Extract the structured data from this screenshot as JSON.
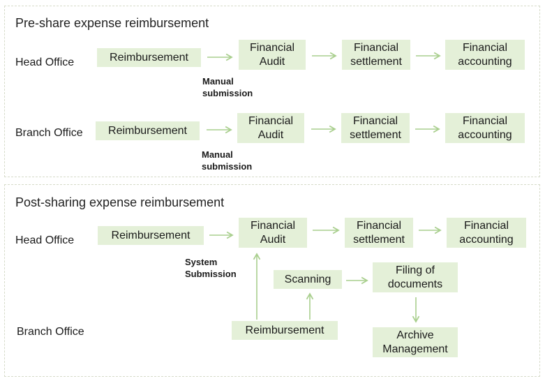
{
  "pre": {
    "title": "Pre-share expense reimbursement",
    "head_label": "Head Office",
    "branch_label": "Branch Office",
    "head_steps": [
      "Reimbursement",
      "Financial\nAudit",
      "Financial\nsettlement",
      "Financial\naccounting"
    ],
    "branch_steps": [
      "Reimbursement",
      "Financial\nAudit",
      "Financial\nsettlement",
      "Financial\naccounting"
    ],
    "head_note": "Manual\nsubmission",
    "branch_note": "Manual\nsubmission"
  },
  "post": {
    "title": "Post-sharing expense reimbursement",
    "head_label": "Head Office",
    "branch_label": "Branch Office",
    "head_steps": [
      "Reimbursement",
      "Financial\nAudit",
      "Financial\nsettlement",
      "Financial\naccounting"
    ],
    "head_note": "System\nSubmission",
    "scanning": "Scanning",
    "filing": "Filing of\ndocuments",
    "branch_reimbursement": "Reimbursement",
    "archive": "Archive\nManagement"
  },
  "colors": {
    "box_fill": "#e4f0d8",
    "arrow": "#a9cf8e",
    "panel_border": "#d6dbc9"
  }
}
